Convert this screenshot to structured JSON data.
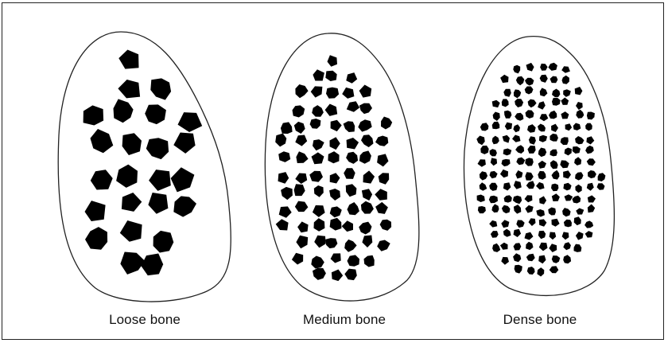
{
  "panels": [
    {
      "label": "Loose bone",
      "density": "loose"
    },
    {
      "label": "Medium bone",
      "density": "medium"
    },
    {
      "label": "Dense bone",
      "density": "dense"
    }
  ],
  "colors": {
    "outline": "#222222",
    "particle": "#000000",
    "background": "#ffffff"
  }
}
